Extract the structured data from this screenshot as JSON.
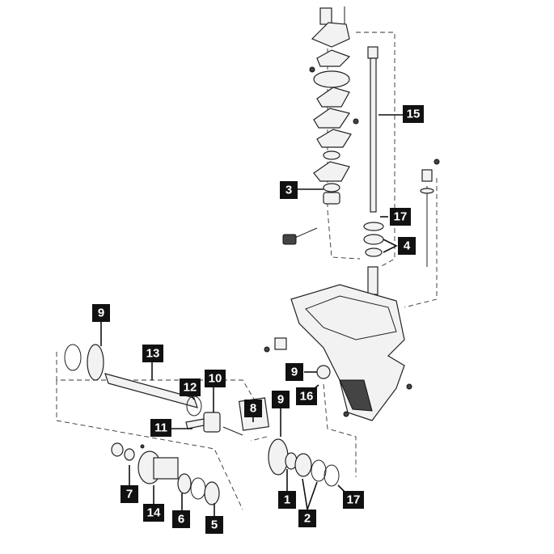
{
  "callouts": {
    "c15": "15",
    "c3": "3",
    "c17_top": "17",
    "c4": "4",
    "c9_left": "9",
    "c13": "13",
    "c12": "12",
    "c10": "10",
    "c9_mid": "9",
    "c16": "16",
    "c8": "8",
    "c9_bottom": "9",
    "c11": "11",
    "c7": "7",
    "c14": "14",
    "c6": "6",
    "c5": "5",
    "c1": "1",
    "c2": "2",
    "c17_bottom": "17"
  }
}
